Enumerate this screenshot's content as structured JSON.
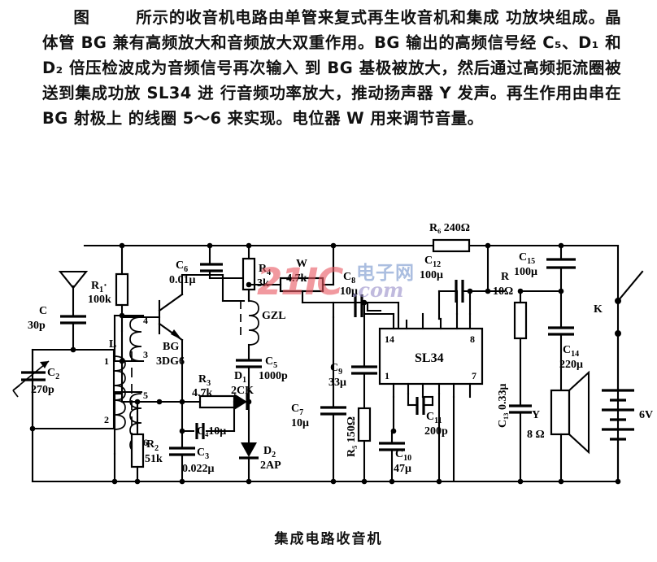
{
  "document": {
    "type": "technical-book-page",
    "language": "zh-CN"
  },
  "description": {
    "line1_a": "图",
    "line1_b": "所示的收音机电路由单管来复式再生收音机和集成",
    "line2": "功放块组成。晶体管 BG 兼有高频放大和音频放大双重作用。BG",
    "line3": "输出的高频信号经 C₅、D₁ 和 D₂ 倍压检波成为音频信号再次输入",
    "line4": "到 BG 基极被放大，然后通过高频扼流圈被送到集成功放 SL34 进",
    "line5": "行音频功率放大，推动扬声器 Y 发声。再生作用由串在 BG 射极上",
    "line6": "的线圈 5～6 来实现。电位器 W 用来调节音量。",
    "full_text": "图　　所示的收音机电路由单管来复式再生收音机和集成功放块组成。晶体管 BG 兼有高频放大和音频放大双重作用。BG 输出的高频信号经 C5、D1 和 D2 倍压检波成为音频信号再次输入到 BG 基极被放大，然后通过高频扼流圈被送到集成功放 SL34 进行音频功率放大，推动扬声器 Y 发声。再生作用由串在 BG 射极上的线圈 5~6 来实现。电位器 W 用来调节音量。"
  },
  "caption": {
    "text": "集成电路收音机"
  },
  "watermark": {
    "brand": "21IC",
    "cn": "电子网",
    "domain": ".com",
    "brand_color": "#e85a64",
    "cn_color": "#7896cd",
    "domain_color": "#968cc8"
  },
  "schematic": {
    "title": "集成电路收音机",
    "ic": {
      "name": "SL34",
      "pins": {
        "top_left": "14",
        "top_right": "8",
        "bottom_left": "1",
        "bottom_right": "7"
      }
    },
    "transistor": {
      "ref": "BG",
      "model": "3DG6"
    },
    "choke": {
      "ref": "GZL"
    },
    "antenna": {
      "name": "antenna"
    },
    "switch": {
      "ref": "K"
    },
    "battery": {
      "value": "6V"
    },
    "speaker": {
      "ref": "Y",
      "value": "8 Ω"
    },
    "components": [
      {
        "ref": "C",
        "sub": "",
        "value": "30p",
        "kind": "capacitor"
      },
      {
        "ref": "C",
        "sub": "2",
        "value": "270p",
        "kind": "variable-capacitor"
      },
      {
        "ref": "R",
        "sub": "1",
        "value": "100k",
        "kind": "resistor"
      },
      {
        "ref": "R",
        "sub": "2",
        "value": "51k",
        "kind": "resistor"
      },
      {
        "ref": "R",
        "sub": "3",
        "value": "4.7k",
        "kind": "resistor"
      },
      {
        "ref": "R",
        "sub": "4",
        "value": "3k",
        "kind": "resistor"
      },
      {
        "ref": "W",
        "sub": "",
        "value": "4.7k",
        "kind": "potentiometer"
      },
      {
        "ref": "R",
        "sub": "5",
        "value": "150Ω",
        "kind": "resistor"
      },
      {
        "ref": "R",
        "sub": "6",
        "value": "240Ω",
        "kind": "resistor"
      },
      {
        "ref": "R",
        "sub": "",
        "value": "10Ω",
        "kind": "resistor"
      },
      {
        "ref": "C",
        "sub": "3",
        "value": "0.022μ",
        "kind": "capacitor"
      },
      {
        "ref": "C",
        "sub": "4",
        "value": "10μ",
        "kind": "capacitor"
      },
      {
        "ref": "C",
        "sub": "5",
        "value": "1000p",
        "kind": "capacitor"
      },
      {
        "ref": "C",
        "sub": "6",
        "value": "0.01μ",
        "kind": "capacitor"
      },
      {
        "ref": "C",
        "sub": "7",
        "value": "10μ",
        "kind": "capacitor"
      },
      {
        "ref": "C",
        "sub": "8",
        "value": "10μ",
        "kind": "capacitor"
      },
      {
        "ref": "C",
        "sub": "9",
        "value": "33μ",
        "kind": "capacitor"
      },
      {
        "ref": "C",
        "sub": "10",
        "value": "47μ",
        "kind": "capacitor"
      },
      {
        "ref": "C",
        "sub": "11",
        "value": "200p",
        "kind": "capacitor"
      },
      {
        "ref": "C",
        "sub": "12",
        "value": "100μ",
        "kind": "capacitor"
      },
      {
        "ref": "C",
        "sub": "13",
        "value": "0.33μ",
        "kind": "capacitor"
      },
      {
        "ref": "C",
        "sub": "14",
        "value": "220μ",
        "kind": "capacitor"
      },
      {
        "ref": "C",
        "sub": "15",
        "value": "100μ",
        "kind": "capacitor"
      },
      {
        "ref": "D",
        "sub": "1",
        "value": "2CK",
        "kind": "diode"
      },
      {
        "ref": "D",
        "sub": "2",
        "value": "2AP",
        "kind": "diode"
      }
    ],
    "coil": {
      "ref": "L",
      "taps": [
        "1",
        "2",
        "3",
        "4",
        "5",
        "6"
      ]
    },
    "labels": {
      "C1_ref": "C",
      "C1_val": "30p",
      "C2_ref": "C",
      "C2_sub": "2",
      "C2_val": "270p",
      "R1_ref": "R",
      "R1_sub": "1",
      "R1_val": "100k",
      "R2_ref": "R",
      "R2_sub": "2",
      "R2_val": "51k",
      "R3_ref": "R",
      "R3_sub": "3",
      "R3_val": "4.7k",
      "R4_ref": "R",
      "R4_sub": "4",
      "R4_val": "3k",
      "W_ref": "W",
      "W_val": "4.7k",
      "R5_text": "R₅ 150Ω",
      "R6_text": "R₆ 240Ω",
      "R7_ref": "R",
      "R7_val": "10Ω",
      "C3_ref": "C",
      "C3_sub": "3",
      "C3_val": "0.022μ",
      "C4_text": "C₄10μ",
      "C5_ref": "C",
      "C5_sub": "5",
      "C5_val": "1000p",
      "C6_ref": "C",
      "C6_sub": "6",
      "C6_val": "0.01μ",
      "C7_ref": "C",
      "C7_sub": "7",
      "C7_val": "10μ",
      "C8_ref": "C",
      "C8_sub": "8",
      "C8_val": "10μ",
      "C9_ref": "C",
      "C9_sub": "9",
      "C9_val": "33μ",
      "C10_ref": "C",
      "C10_sub": "10",
      "C10_val": "47μ",
      "C11_ref": "C",
      "C11_sub": "11",
      "C11_val": "200p",
      "C12_ref": "C",
      "C12_sub": "12",
      "C12_val": "100μ",
      "C13_text": "C₁₃ 0.33μ",
      "C14_ref": "C",
      "C14_sub": "14",
      "C14_val": "220μ",
      "C15_ref": "C",
      "C15_sub": "15",
      "C15_val": "100μ",
      "D1_ref": "D",
      "D1_sub": "1",
      "D1_val": "2CK",
      "D2_ref": "D",
      "D2_sub": "2",
      "D2_val": "2AP",
      "GZL": "GZL",
      "BG_ref": "BG",
      "BG_model": "3DG6",
      "IC_name": "SL34",
      "K": "K",
      "battery": "6V",
      "speaker_ref": "Y",
      "speaker_val": "8 Ω",
      "coil_ref": "L"
    }
  }
}
